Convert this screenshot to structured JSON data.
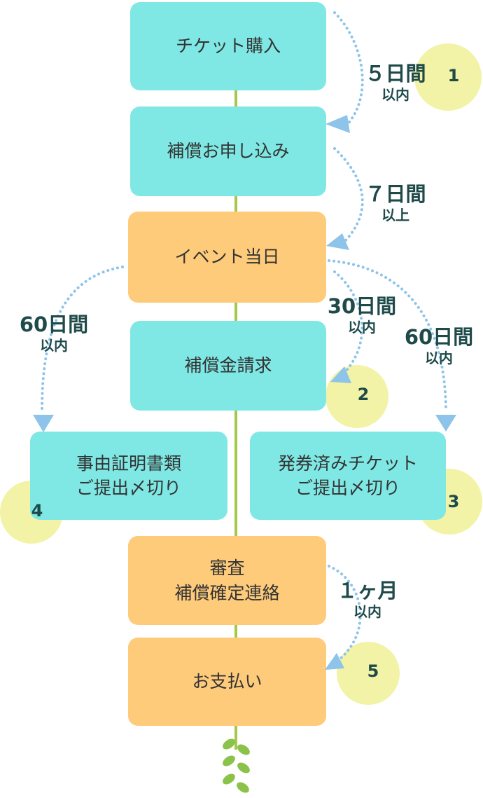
{
  "colors": {
    "teal": "#7fe8e4",
    "orange": "#fecb7b",
    "yellow": "#f2f3a6",
    "arrow": "#8ec4ea",
    "spine": "#a4c94a",
    "leaf": "#8bc34a",
    "text": "#333333",
    "label": "#1f4a4a"
  },
  "steps": {
    "ticket_purchase": [
      "チケット購入"
    ],
    "apply": [
      "補償お申し込み"
    ],
    "event_day": [
      "イベント当日"
    ],
    "claim": [
      "補償金請求"
    ],
    "documents": [
      "事由証明書類",
      "ご提出〆切り"
    ],
    "tickets_submit": [
      "発券済みチケット",
      "ご提出〆切り"
    ],
    "review": [
      "審査",
      "補償確定連絡"
    ],
    "payment": [
      "お支払い"
    ]
  },
  "durations": {
    "d1": {
      "big": "５日間",
      "small": "以内"
    },
    "d2": {
      "big": "７日間",
      "small": "以上"
    },
    "d3": {
      "big": "30日間",
      "small": "以内"
    },
    "d4": {
      "big": "60日間",
      "small": "以内"
    },
    "d5": {
      "big": "60日間",
      "small": "以内"
    },
    "d6": {
      "big": "１ヶ月",
      "small": "以内"
    }
  },
  "markers": {
    "m1": "1",
    "m2": "2",
    "m3": "3",
    "m4": "4",
    "m5": "5"
  }
}
